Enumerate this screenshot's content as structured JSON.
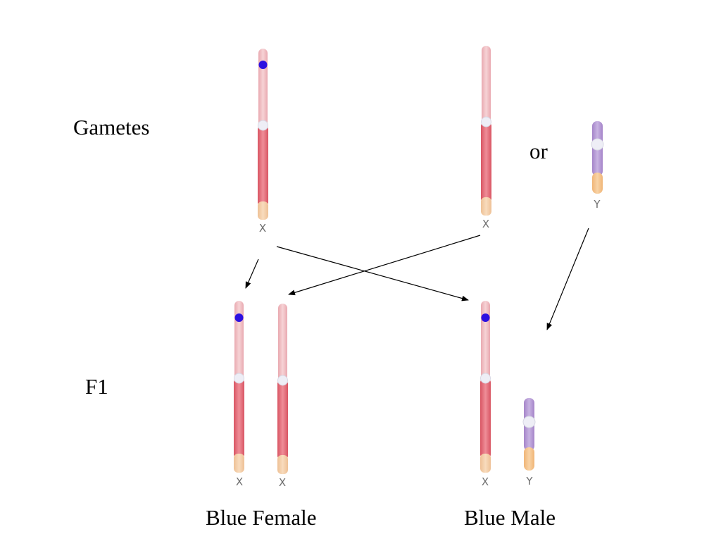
{
  "labels": {
    "gametes": "Gametes",
    "or": "or",
    "f1": "F1",
    "blue_female": "Blue Female",
    "blue_male": "Blue Male"
  },
  "chromosome_letters": {
    "gamete_x_female": "X",
    "gamete_x_male": "X",
    "gamete_y_male": "Y",
    "f1_female_x1": "X",
    "f1_female_x2": "X",
    "f1_male_x": "X",
    "f1_male_y": "Y"
  },
  "colors": {
    "x_upper_arm": "#f2c4c8",
    "x_lower_arm": "#e5717f",
    "x_tip": "#f3d0a8",
    "y_arm": "#b9a0d6",
    "y_tip": "#f3c58e",
    "centromere": "#eeeef6",
    "blue_allele": "#2d10e0",
    "arrow": "#000000"
  }
}
